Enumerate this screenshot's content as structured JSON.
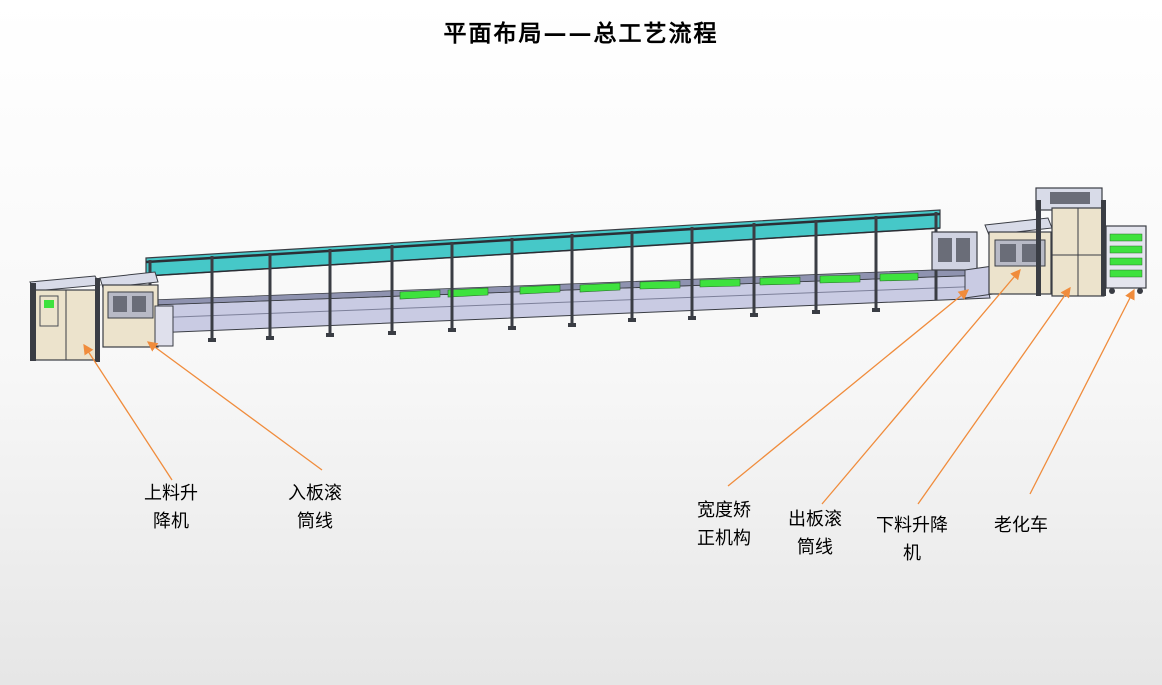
{
  "title": "平面布局——总工艺流程",
  "labels": {
    "loading_elevator": "上料升\n降机",
    "infeed_roller": "入板滚\n筒线",
    "width_correction": "宽度矫\n正机构",
    "outfeed_roller": "出板滚\n筒线",
    "unloading_elevator": "下料升降\n机",
    "aging_cart": "老化车"
  },
  "colors": {
    "frame": "#3a3d44",
    "rail": "#46c8c8",
    "tray": "#3ee23e",
    "cabinet": "#ece3cc",
    "base": "#c9cbe3",
    "leader": "#f08c3c"
  }
}
